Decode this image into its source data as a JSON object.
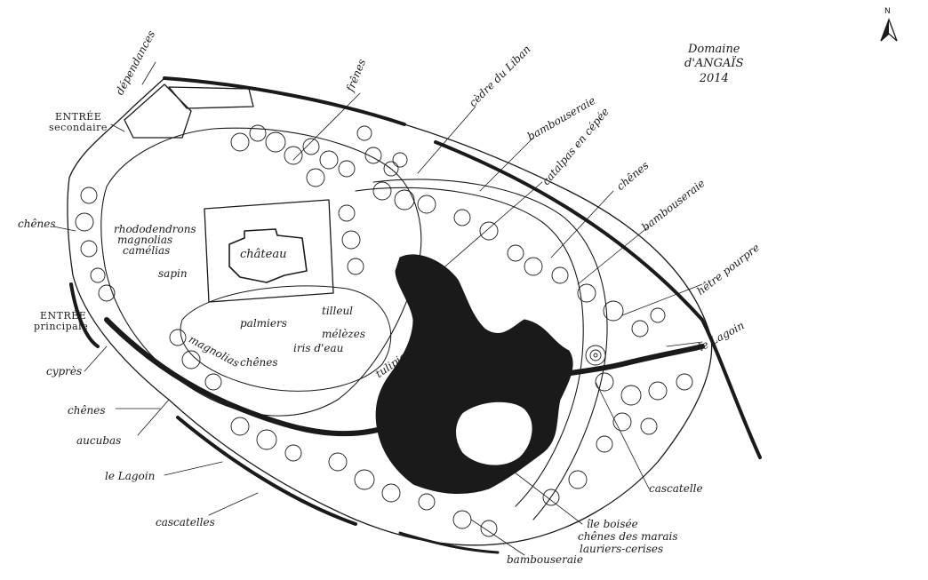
{
  "title": {
    "line1": "Domaine",
    "line2": "d'ANGAÏS",
    "line3": "2014"
  },
  "north": "N",
  "labels": {
    "dependances": "dépendances",
    "entree_secondaire_1": "ENTRÉE",
    "entree_secondaire_2": "secondaire",
    "frenes": "frênes",
    "cedre": "cèdre du Liban",
    "bambouseraie_top": "bambouseraie",
    "catalpas": "catalpas en cépée",
    "chenes_ne": "chênes",
    "bambouseraie_e": "bambouseraie",
    "hetre": "hêtre pourpre",
    "lagoin_e": "le Lagoin",
    "cascatelle": "cascatelle",
    "ile_1": "île boisée",
    "ile_2": "chênes des marais",
    "ile_3": "lauriers-cerises",
    "bambouseraie_s": "bambouseraie",
    "cascatelles": "cascatelles",
    "lagoin_w": "le Lagoin",
    "aucubas": "aucubas",
    "chenes_sw": "chênes",
    "cypres": "cyprès",
    "entree_principale_1": "ENTRÉE",
    "entree_principale_2": "principale",
    "chenes_w": "chênes",
    "rhodo_1": "rhododendrons",
    "rhodo_2": "magnolias",
    "rhodo_3": "camélias",
    "sapin": "sapin",
    "chateau": "château",
    "palmiers": "palmiers",
    "magnolias": "magnolias",
    "chenes_c": "chênes",
    "iris": "iris d'eau",
    "tilleul": "tilleul",
    "melezes": "mélèzes",
    "tulipiers": "tulipiers"
  },
  "colors": {
    "ink": "#1a1a1a",
    "paper": "#ffffff"
  }
}
